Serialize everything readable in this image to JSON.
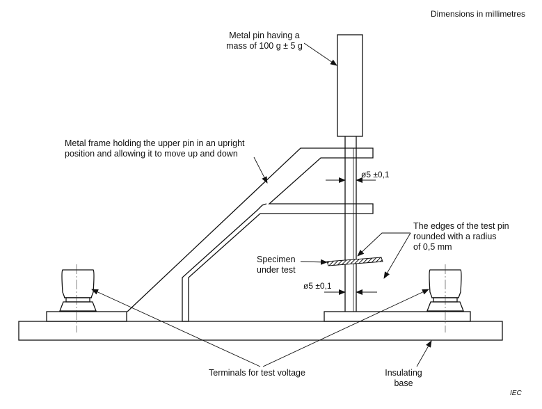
{
  "header": {
    "dimensions_note": "Dimensions in millimetres"
  },
  "labels": {
    "metal_pin": [
      "Metal pin having a",
      "mass of 100 g ± 5 g"
    ],
    "metal_frame": [
      "Metal frame holding the upper pin in an upright",
      "position and allowing it to move up and down"
    ],
    "dim_upper": "ø5 ±0,1",
    "dim_lower": "ø5 ±0,1",
    "test_pin_edges": [
      "The edges of the test pin",
      "rounded with a radius",
      "of 0,5 mm"
    ],
    "specimen": [
      "Specimen",
      "under test"
    ],
    "terminals": "Terminals for test voltage",
    "insulating_base": [
      "Insulating",
      "base"
    ]
  },
  "footer": {
    "iec": "IEC"
  }
}
